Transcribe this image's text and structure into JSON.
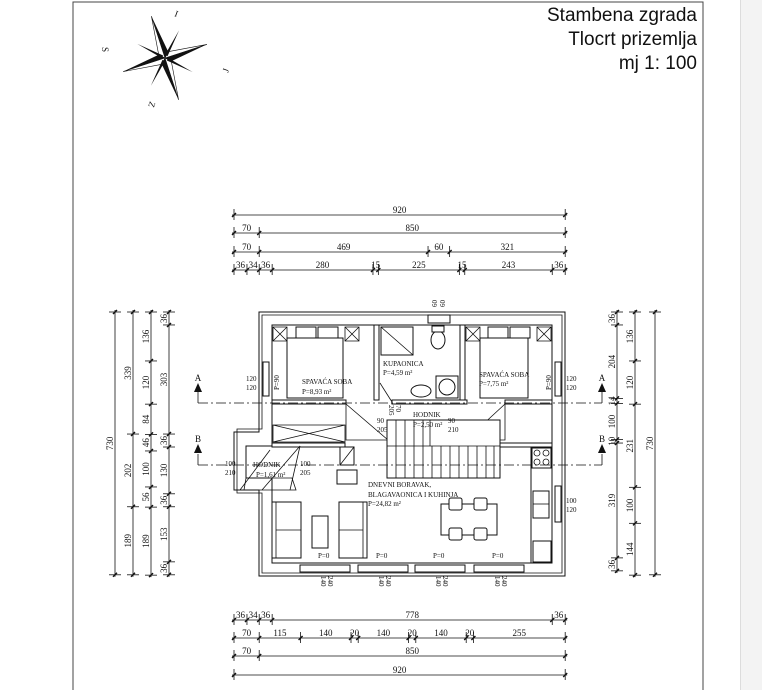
{
  "title_block": {
    "line1": "Stambena zgrada",
    "line2": "Tlocrt prizemlja",
    "line3": "mj 1: 100"
  },
  "compass": {
    "north": "S",
    "east": "I",
    "south": "J",
    "west": "Z"
  },
  "rooms": {
    "bedroom_left": {
      "name": "SPAVAĆA SOBA",
      "area": "P=8,93 m²"
    },
    "bathroom": {
      "name": "KUPAONICA",
      "area": "P=4,59 m²"
    },
    "bedroom_right": {
      "name": "SPAVAĆA SOBA",
      "area": "P=7,75 m²"
    },
    "hallway": {
      "name": "HODNIK",
      "area": "P=2,50 m²"
    },
    "entry_hall": {
      "name": "HODNIK",
      "area": "P=1,61 m²"
    },
    "living": {
      "name1": "DNEVNI BORAVAK,",
      "name2": "BLAGAVAONICA I KUHINJA",
      "area": "P=24,82 m²"
    }
  },
  "sections": {
    "a": "A",
    "b": "B"
  },
  "openings": {
    "win_bed_left": [
      "120",
      "120"
    ],
    "win_bed_right": [
      "120",
      "120"
    ],
    "parapet_bed": "P=90",
    "win_kitchen": [
      "100",
      "120"
    ],
    "win_bath": [
      "60",
      "60"
    ],
    "door_hall_left": [
      "90",
      "205"
    ],
    "door_hall_right": [
      "90",
      "210"
    ],
    "door_bath": [
      "70",
      "205"
    ],
    "door_entry_left": [
      "100",
      "210"
    ],
    "door_entry_right": [
      "100",
      "205"
    ],
    "win_south": [
      "140",
      "240"
    ],
    "parapet_south": "P=0"
  },
  "dimensions": {
    "top": [
      [
        920
      ],
      [
        70,
        850
      ],
      [
        70,
        469,
        60,
        321
      ],
      [
        36,
        34,
        36,
        280,
        15,
        225,
        15,
        243,
        36
      ]
    ],
    "bottom": [
      [
        36,
        34,
        36,
        778,
        36
      ],
      [
        70,
        115,
        140,
        20,
        140,
        20,
        140,
        20,
        255
      ],
      [
        70,
        850
      ],
      [
        920
      ]
    ],
    "left": [
      [
        730
      ],
      [
        339,
        202,
        189
      ],
      [
        136,
        120,
        84,
        46,
        100,
        56,
        189
      ],
      [
        36,
        303,
        36,
        130,
        36,
        153,
        36
      ]
    ],
    "right": [
      [
        36,
        204,
        14,
        100,
        10,
        319,
        36
      ],
      [
        136,
        120,
        231,
        100,
        144
      ],
      [
        730
      ]
    ]
  }
}
